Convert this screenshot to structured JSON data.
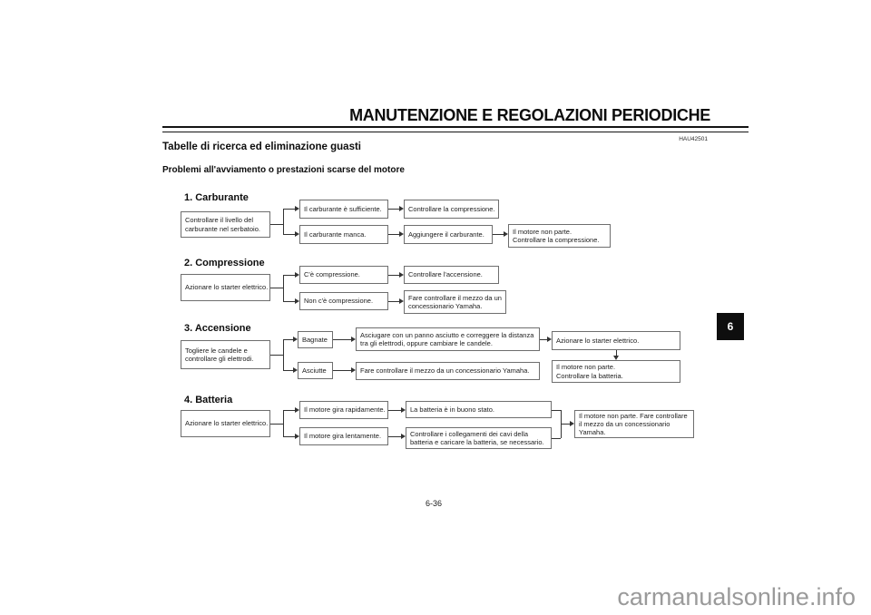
{
  "page": {
    "header_title": "MANUTENZIONE E REGOLAZIONI PERIODICHE",
    "doc_code": "HAU42501",
    "section_title": "Tabelle di ricerca ed eliminazione guasti",
    "subsection_title": "Problemi all'avviamento o prestazioni scarse del motore",
    "page_number": "6-36",
    "chapter_tab": "6",
    "watermark": "carmanualsonline.info"
  },
  "colors": {
    "line": "#333333",
    "box_border": "#6e6e6e",
    "tab_bg": "#0e0e0e",
    "watermark": "#9a9a9a"
  },
  "flowchart": {
    "sections": [
      {
        "heading": "1. Carburante",
        "boxes": [
          {
            "id": "s1-check-fuel-level",
            "text": "Controllare il livello del\ncarburante nel serbatoio."
          },
          {
            "id": "s1-fuel-sufficient",
            "text": "Il carburante è sufficiente."
          },
          {
            "id": "s1-check-compression",
            "text": "Controllare la compressione."
          },
          {
            "id": "s1-fuel-missing",
            "text": "Il carburante manca."
          },
          {
            "id": "s1-add-fuel",
            "text": "Aggiungere il carburante."
          },
          {
            "id": "s1-engine-not-starting",
            "text": "Il motore non parte.\nControllare la compressione."
          }
        ]
      },
      {
        "heading": "2. Compressione",
        "boxes": [
          {
            "id": "s2-use-electric-starter",
            "text": "Azionare lo starter elettrico."
          },
          {
            "id": "s2-compression-present",
            "text": "C'è compressione."
          },
          {
            "id": "s2-check-ignition",
            "text": "Controllare l'accensione."
          },
          {
            "id": "s2-no-compression",
            "text": "Non c'è compressione."
          },
          {
            "id": "s2-have-dealer-check",
            "text": "Fare controllare il mezzo da un\nconcessionario Yamaha."
          }
        ]
      },
      {
        "heading": "3. Accensione",
        "boxes": [
          {
            "id": "s3-remove-spark-plugs",
            "text": "Togliere le candele e\ncontrollare gli elettrodi."
          },
          {
            "id": "s3-wet",
            "text": "Bagnate"
          },
          {
            "id": "s3-wipe-dry",
            "text": "Asciugare con un panno asciutto e correggere la distanza\ntra gli elettrodi, oppure cambiare le candele."
          },
          {
            "id": "s3-use-electric-starter",
            "text": "Azionare lo starter elettrico."
          },
          {
            "id": "s3-dry",
            "text": "Asciutte"
          },
          {
            "id": "s3-have-dealer-check",
            "text": "Fare controllare il mezzo da un concessionario Yamaha."
          },
          {
            "id": "s3-engine-not-starting",
            "text": "Il motore non parte.\nControllare la batteria."
          }
        ]
      },
      {
        "heading": "4. Batteria",
        "boxes": [
          {
            "id": "s4-use-electric-starter",
            "text": "Azionare lo starter elettrico."
          },
          {
            "id": "s4-engine-turns-quickly",
            "text": "Il motore gira rapidamente."
          },
          {
            "id": "s4-battery-good",
            "text": "La batteria è in buono stato."
          },
          {
            "id": "s4-engine-turns-slowly",
            "text": "Il motore gira lentamente."
          },
          {
            "id": "s4-check-battery-connections",
            "text": "Controllare i collegamenti dei cavi della\nbatteria e caricare la batteria, se necessario."
          },
          {
            "id": "s4-engine-not-starting",
            "text": "Il motore non parte. Fare controllare\nil mezzo da un concessionario\nYamaha."
          }
        ]
      }
    ]
  }
}
